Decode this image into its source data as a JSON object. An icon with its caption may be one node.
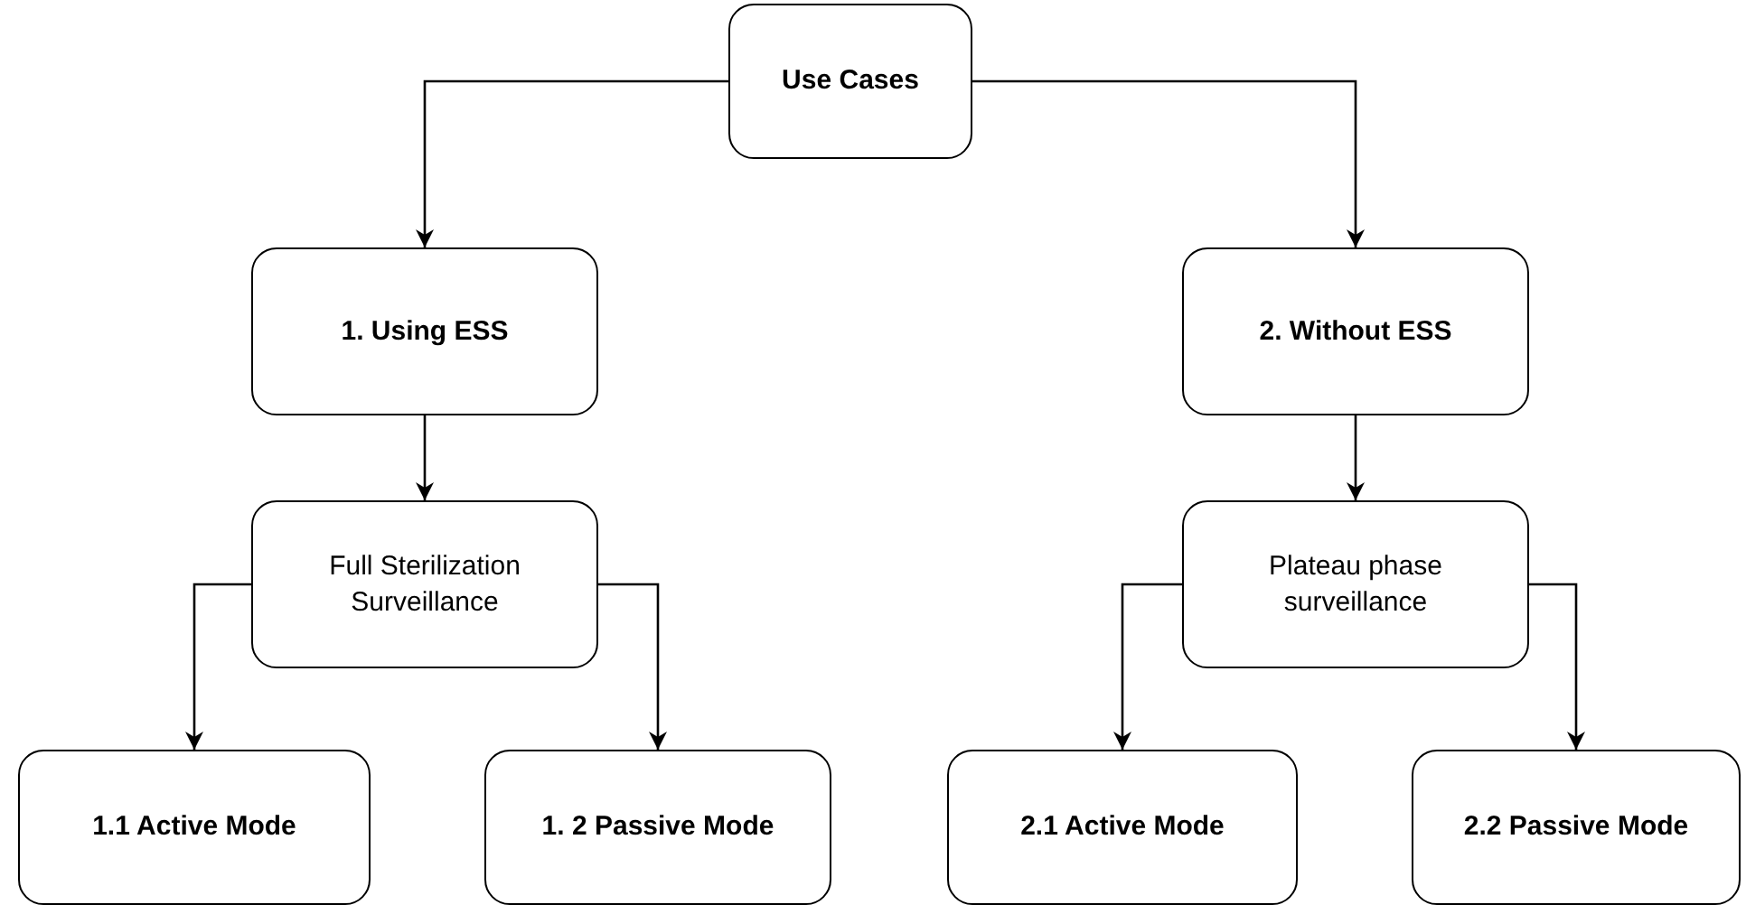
{
  "diagram": {
    "nodes": [
      {
        "text": [
          "Use Cases"
        ]
      },
      {
        "text": [
          "1. Using ESS"
        ]
      },
      {
        "text": [
          "2. Without ESS"
        ]
      },
      {
        "text": [
          "Full Sterilization Surveillance"
        ]
      },
      {
        "text": [
          "Plateau phase surveillance"
        ]
      },
      {
        "text": [
          "1.1 Active Mode"
        ]
      },
      {
        "text": [
          "1. 2 Passive Mode"
        ]
      },
      {
        "text": [
          "2.1 Active Mode"
        ]
      },
      {
        "text": [
          "2.2 Passive Mode"
        ]
      }
    ],
    "edges": [
      {
        "from": 0,
        "to": 1,
        "arrow": "to"
      },
      {
        "from": 0,
        "to": 2,
        "arrow": "to"
      },
      {
        "from": 1,
        "to": 3,
        "arrow": "to"
      },
      {
        "from": 2,
        "to": 4,
        "arrow": "to"
      },
      {
        "from": 3,
        "to": 5,
        "arrow": "to"
      },
      {
        "from": 3,
        "to": 6,
        "arrow": "to"
      },
      {
        "from": 4,
        "to": 7,
        "arrow": "to"
      },
      {
        "from": 4,
        "to": 8,
        "arrow": "to"
      }
    ]
  }
}
